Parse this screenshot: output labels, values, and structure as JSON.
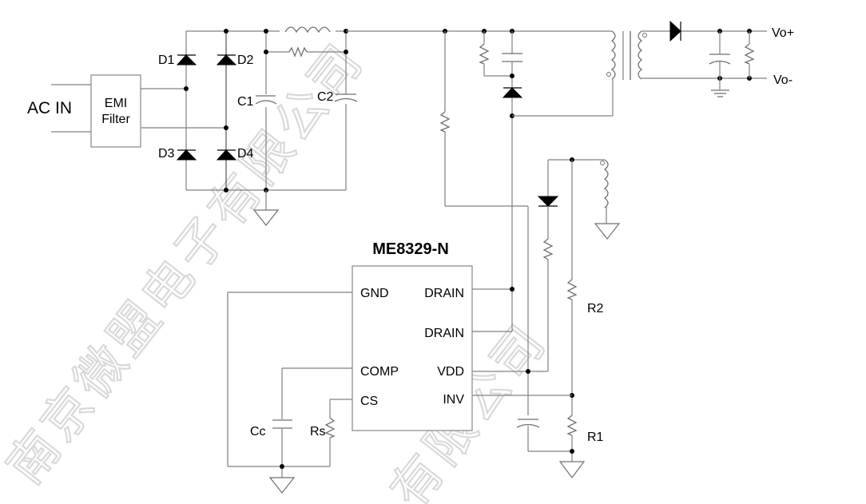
{
  "watermark": {
    "text_1": "南京微盟电子有限公司",
    "text_2": "有限公司",
    "color": "#d9d9d9"
  },
  "input": {
    "ac_in_label": "AC IN",
    "emi_filter_line1": "EMI",
    "emi_filter_line2": "Filter"
  },
  "bridge": {
    "d1": "D1",
    "d2": "D2",
    "d3": "D3",
    "d4": "D4"
  },
  "bulk": {
    "c1": "C1",
    "c2": "C2"
  },
  "output": {
    "vo_plus": "Vo+",
    "vo_minus": "Vo-"
  },
  "ic": {
    "name": "ME8329-N",
    "pins_left": [
      "GND",
      "COMP",
      "CS"
    ],
    "pins_right": [
      "DRAIN",
      "DRAIN",
      "VDD",
      "INV"
    ]
  },
  "components": {
    "cc": "Cc",
    "rs": "Rs",
    "r1": "R1",
    "r2": "R2"
  }
}
